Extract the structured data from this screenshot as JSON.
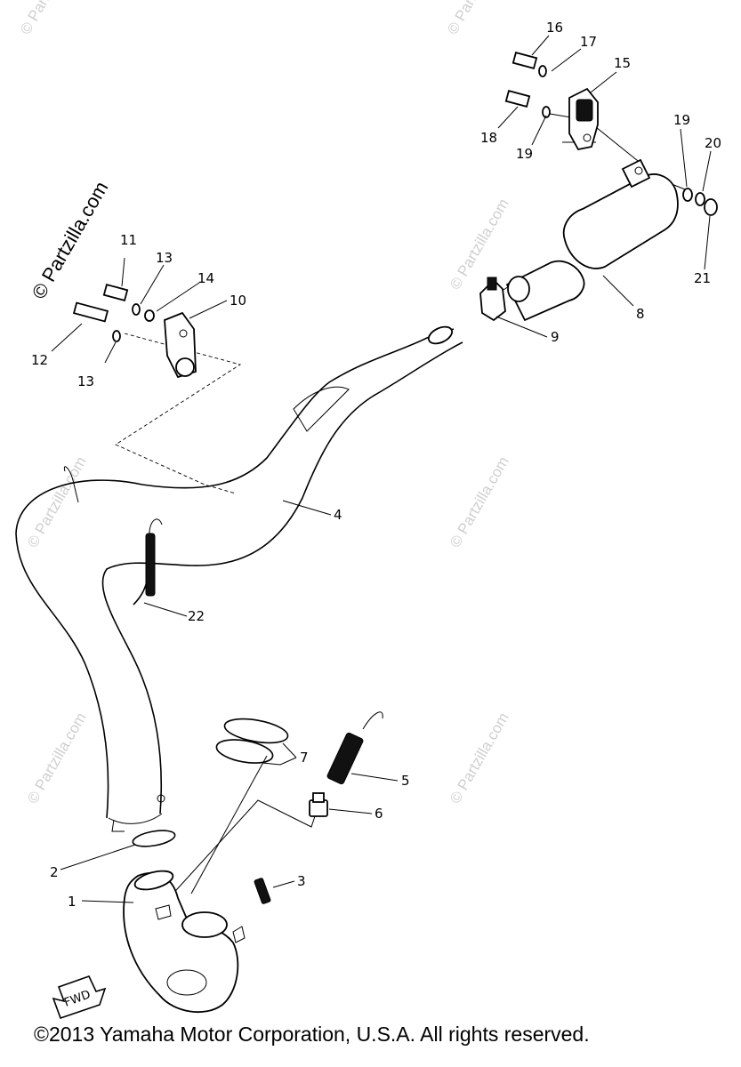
{
  "diagram": {
    "watermark_main": "© Partzilla.com",
    "watermark_faint": "© Partzilla.com",
    "fwd_label": "FWD",
    "copyright": "©2013  Yamaha Motor Corporation, U.S.A. All rights reserved.",
    "callouts": [
      "1",
      "2",
      "3",
      "4",
      "5",
      "6",
      "7",
      "8",
      "9",
      "10",
      "11",
      "12",
      "13",
      "13",
      "14",
      "15",
      "16",
      "17",
      "18",
      "19",
      "19",
      "20",
      "21",
      "22"
    ]
  }
}
